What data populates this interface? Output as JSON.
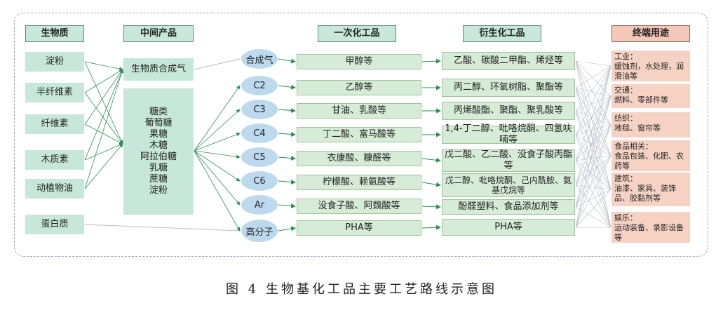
{
  "headers": {
    "raw": "生物质",
    "intermediate": "中间产品",
    "primary": "一次化工品",
    "derived": "衍生化工品",
    "enduse": "终端用途"
  },
  "raw_materials": [
    "淀粉",
    "半纤维素",
    "纤维素",
    "木质素",
    "动植物油",
    "蛋白质"
  ],
  "intermediates": {
    "syngas": "生物质合成气",
    "sugars": [
      "糖类",
      "葡萄糖",
      "果糖",
      "木糖",
      "阿拉伯糖",
      "乳糖",
      "蔗糖",
      "淀粉"
    ]
  },
  "platforms": [
    "合成气",
    "C2",
    "C3",
    "C4",
    "C5",
    "C6",
    "Ar",
    "高分子"
  ],
  "primary_products": [
    "甲醇等",
    "乙醇等",
    "甘油、乳酸等",
    "丁二酸、富马酸等",
    "衣康酸、糠醛等",
    "柠檬酸、赖氨酸等",
    "没食子酸、阿魏酸等",
    "PHA等"
  ],
  "derived_products": [
    "乙酸、碳酸二甲酯、烯烃等",
    "丙二醇、环氧树脂、聚酯等",
    "丙烯酸酯、聚酯、聚乳酸等",
    "1,4-丁二醇、吡咯烷酮、四氢呋喃等",
    "戊二酸、乙二酸、没食子酸丙酯等",
    "戊二醇、吡咯烷酮、己内酰胺、氨基戊烷等",
    "酚醛塑料、食品添加剂等",
    "PHA等"
  ],
  "end_uses": [
    {
      "title": "工业：",
      "detail": "缓蚀剂，水处理，润滑油等"
    },
    {
      "title": "交通：",
      "detail": "燃料、零部件等"
    },
    {
      "title": "纺织：",
      "detail": "地毯、窗帘等"
    },
    {
      "title": "食品相关：",
      "detail": "食品包装、化肥、农药等"
    },
    {
      "title": "建筑：",
      "detail": "油漆、家具、装饰品、胶黏剂等"
    },
    {
      "title": "娱乐：",
      "detail": "运动装备、录影设备等"
    }
  ],
  "caption": "图 4  生物基化工品主要工艺路线示意图",
  "colors": {
    "green": "#c6e7d9",
    "pink": "#f4c7b8",
    "blue": "#bcd9ee",
    "arrow": "#2e8f56",
    "line": "#b9bcc8"
  }
}
